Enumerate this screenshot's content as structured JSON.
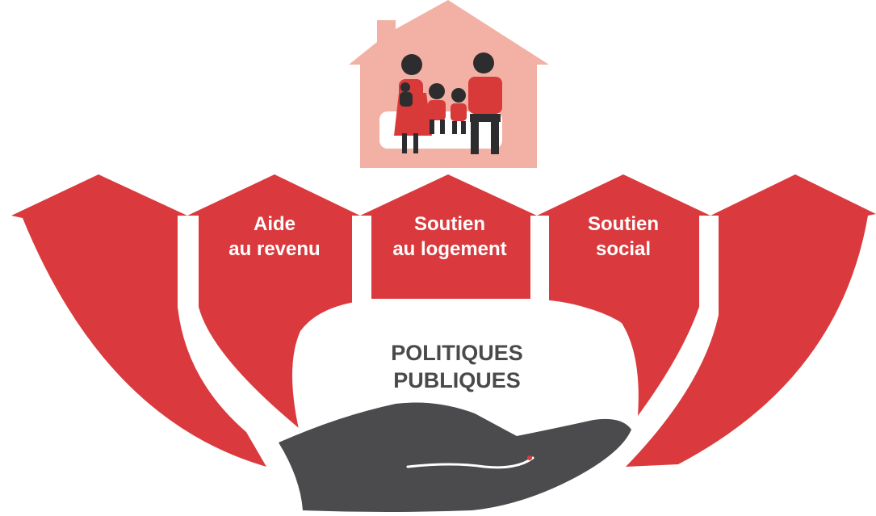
{
  "pillars": [
    {
      "line1": "",
      "line2": ""
    },
    {
      "line1": "Aide",
      "line2": "au revenu"
    },
    {
      "line1": "Soutien",
      "line2": "au logement"
    },
    {
      "line1": "Soutien",
      "line2": "social"
    },
    {
      "line1": "",
      "line2": ""
    }
  ],
  "center": {
    "line1": "POLITIQUES",
    "line2": "PUBLIQUES"
  },
  "colors": {
    "accent_red": "#da3a3d",
    "house_pink": "#f2b1a4",
    "hand_gray": "#4b4b4d",
    "text_dark": "#4a4a4c",
    "text_light": "#ffffff",
    "figure_dark": "#2d2d2f",
    "figure_red": "#d83a3a"
  },
  "icons": [
    "house-icon",
    "family-icon",
    "hand-icon"
  ]
}
